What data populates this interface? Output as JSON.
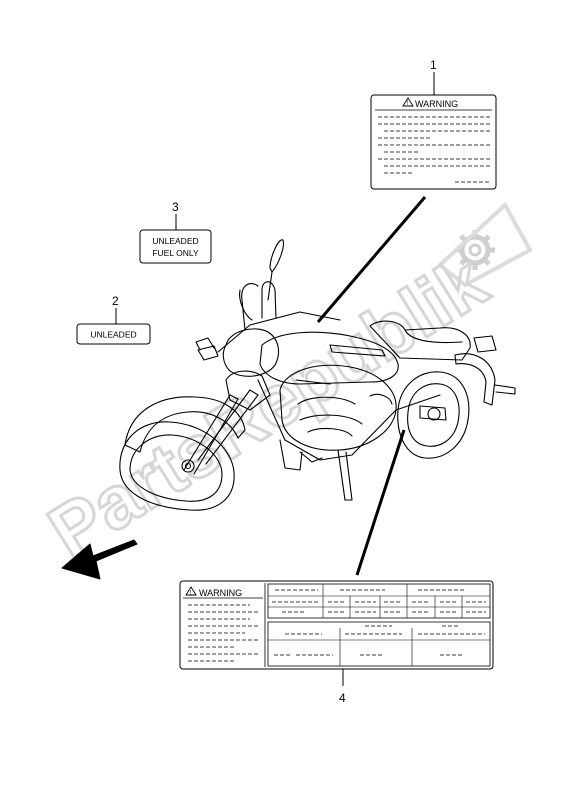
{
  "callouts": {
    "c1": "1",
    "c2": "2",
    "c3": "3",
    "c4": "4"
  },
  "labels": {
    "warning_top": "WARNING",
    "warning_bottom": "WARNING",
    "unleaded": "UNLEADED",
    "unleaded_fuel_only_line1": "UNLEADED",
    "unleaded_fuel_only_line2": "FUEL ONLY"
  },
  "watermark": {
    "text": "PartsRepublik"
  },
  "icons": {
    "gear": "gear-icon",
    "warning": "warning-triangle-icon",
    "arrow": "front-direction-arrow-icon"
  },
  "colors": {
    "line": "#000000",
    "watermark": "#d9d9d9",
    "background": "#ffffff"
  }
}
